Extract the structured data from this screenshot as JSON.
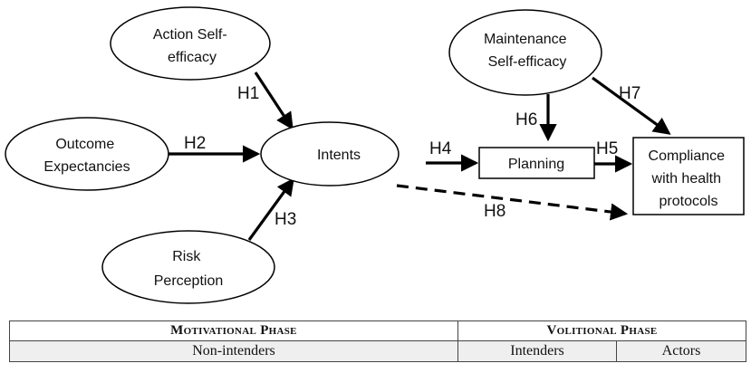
{
  "nodes": {
    "action_self_efficacy": [
      "Action Self-",
      "efficacy"
    ],
    "outcome_expectancies": [
      "Outcome",
      "Expectancies"
    ],
    "risk_perception": [
      "Risk",
      "Perception"
    ],
    "intents": "Intents",
    "maintenance_self_efficacy": [
      "Maintenance",
      "Self-efficacy"
    ],
    "planning": "Planning",
    "compliance": [
      "Compliance",
      "with health",
      "protocols"
    ]
  },
  "hypotheses": {
    "h1": "H1",
    "h2": "H2",
    "h3": "H3",
    "h4": "H4",
    "h5": "H5",
    "h6": "H6",
    "h7": "H7",
    "h8": "H8"
  },
  "phase_table": {
    "motivational_phase": "Motivational Phase",
    "volitional_phase": "Volitional Phase",
    "non_intenders": "Non-intenders",
    "intenders": "Intenders",
    "actors": "Actors"
  }
}
